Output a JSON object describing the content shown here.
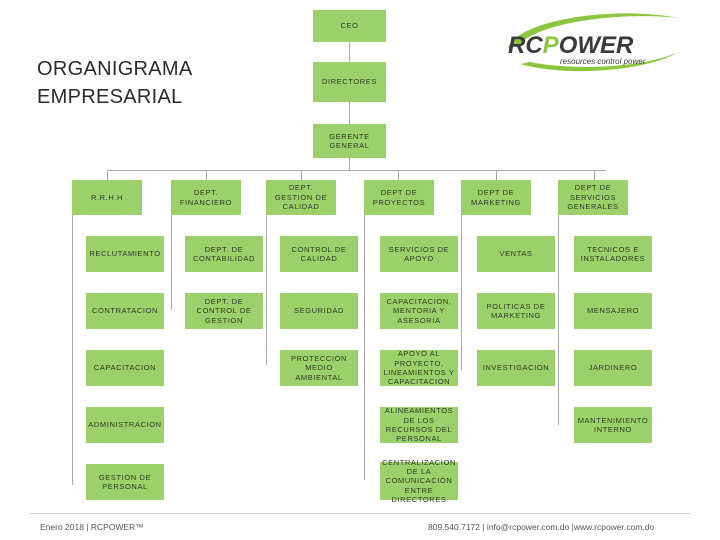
{
  "title": "ORGANIGRAMA EMPRESARIAL",
  "title_lines": [
    "ORGANIGRAMA",
    "EMPRESARIAL"
  ],
  "logo": {
    "brand": "RCPOWER",
    "tagline": "resources control power",
    "color": "#8cc63f",
    "dark": "#3a3a3a"
  },
  "colors": {
    "box": "#9cd06a",
    "connector": "#aaaaaa"
  },
  "top": {
    "ceo": "CEO",
    "directores": "DIRECTORES",
    "gerente": "GERENTE GENERAL"
  },
  "departments": [
    {
      "name": "R.R.H.H",
      "items": [
        "RECLUTAMIENTO",
        "CONTRATACION",
        "CAPACITACION",
        "ADMINISTRACION",
        "GESTION DE PERSONAL"
      ]
    },
    {
      "name": "DEPT. FINANCIERO",
      "items": [
        "DEPT. DE CONTABILIDAD",
        "DEPT. DE CONTROL DE GESTION"
      ]
    },
    {
      "name": "DEPT. GESTION DE CALIDAD",
      "items": [
        "CONTROL DE CALIDAD",
        "SEGURIDAD",
        "PROTECCION MEDIO AMBIENTAL"
      ]
    },
    {
      "name": "DEPT DE PROYECTOS",
      "items": [
        "SERVICIOS DE APOYO",
        "CAPACITACION, MENTORIA Y ASESORIA",
        "APOYO AL PROYECTO, LINEAMIENTOS Y CAPACITACION",
        "ALINEAMIENTOS DE LOS RECURSOS DEL PERSONAL",
        "CENTRALIZACION DE LA COMUNICACIÓN ENTRE DIRECTORES"
      ]
    },
    {
      "name": "DEPT DE MARKETING",
      "items": [
        "VENTAS",
        "POLITICAS DE MARKETING",
        "INVESTIGACION"
      ]
    },
    {
      "name": "DEPT DE SERVICIOS GENERALES",
      "items": [
        "TECNICOS E INSTALADORES",
        "MENSAJERO",
        "JARDINERO",
        "MANTENIMIENTO INTERNO"
      ]
    }
  ],
  "footer": {
    "left": "Enero 2018 | RCPOWER™",
    "right": "809.540.7172 | info@rcpower.com.do |www.rcpower.com.do"
  }
}
